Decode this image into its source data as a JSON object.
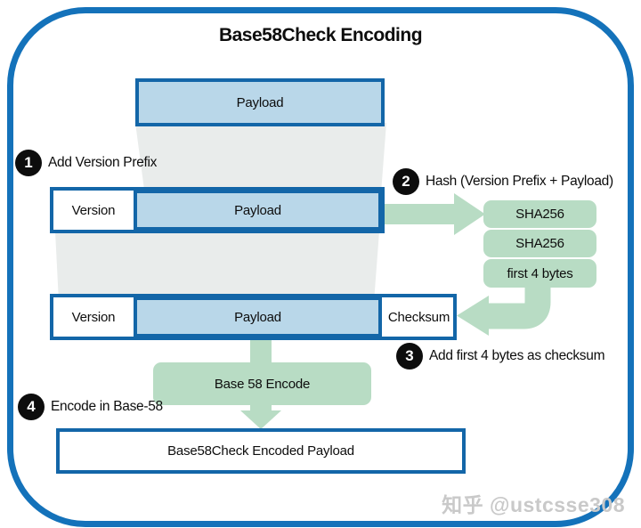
{
  "title": "Base58Check Encoding",
  "colors": {
    "frame_blue": "#1472ba",
    "box_border_blue": "#1366a8",
    "payload_fill": "#b9d7e9",
    "green_fill": "#b8dcc4",
    "funnel_gray": "#e9eceb",
    "step_circle": "#0d0d0d"
  },
  "boxes": {
    "payload_top": "Payload",
    "row2_version": "Version",
    "row2_payload": "Payload",
    "row3_version": "Version",
    "row3_payload": "Payload",
    "row3_checksum": "Checksum",
    "sha256_first": "SHA256",
    "sha256_second": "SHA256",
    "first_4_bytes": "first 4 bytes",
    "base58_encode": "Base 58 Encode",
    "result": "Base58Check Encoded Payload"
  },
  "steps": [
    {
      "num": "1",
      "label": "Add Version Prefix"
    },
    {
      "num": "2",
      "label": "Hash (Version Prefix + Payload)"
    },
    {
      "num": "3",
      "label": "Add first 4 bytes as checksum"
    },
    {
      "num": "4",
      "label": "Encode in Base-58"
    }
  ],
  "watermark": "知乎 @ustcsse308"
}
